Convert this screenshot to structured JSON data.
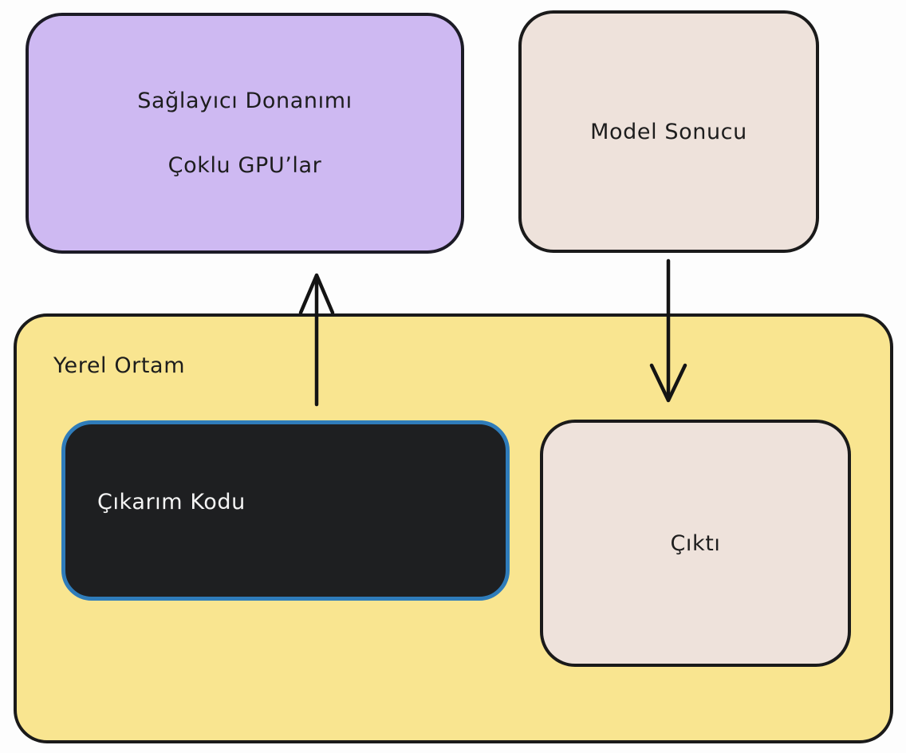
{
  "diagram": {
    "provider_box": {
      "title": "Sağlayıcı Donanımı",
      "subtitle": "Çoklu GPU’lar"
    },
    "model_result_box": {
      "label": "Model Sonucu"
    },
    "local_environment_box": {
      "label": "Yerel Ortam"
    },
    "inference_code_box": {
      "label": "Çıkarım Kodu"
    },
    "output_box": {
      "label": "Çıktı"
    },
    "arrows": [
      {
        "from": "Çıkarım Kodu",
        "to": "Sağlayıcı Donanımı",
        "direction": "up"
      },
      {
        "from": "Model Sonucu",
        "to": "Çıktı",
        "direction": "down"
      }
    ],
    "colors": {
      "provider_fill": "#CEB9F2",
      "model_result_fill": "#EEE2DB",
      "local_environment_fill": "#F9E590",
      "inference_code_fill": "#1E1F21",
      "inference_code_border": "#2F7CBA",
      "output_fill": "#EEE2DB",
      "outline": "#1A1A1A",
      "inference_code_text": "#F5F5F5",
      "background": "#FDFDFD"
    }
  }
}
